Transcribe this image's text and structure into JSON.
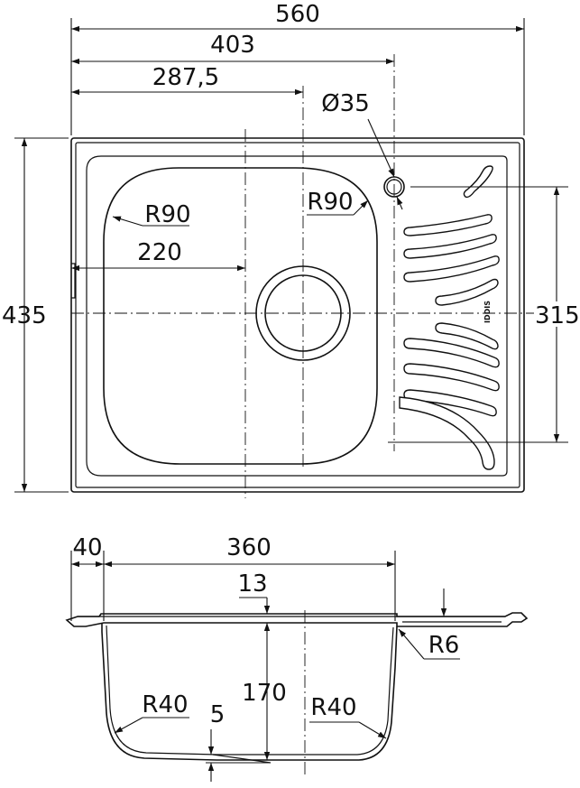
{
  "drawing": {
    "top_view": {
      "overall_width": "560",
      "drain_offset": "403",
      "bowl_center_offset": "287,5",
      "drain_hole": "Ø35",
      "radius_left": "R90",
      "radius_right": "R90",
      "bowl_half_width": "220",
      "overall_depth": "435",
      "drainboard_depth": "315",
      "brand_mark": "IDDIS"
    },
    "side_view": {
      "rim_width": "40",
      "bowl_width": "360",
      "flange_thickness": "13",
      "bowl_depth": "170",
      "bottom_slope": "5",
      "radius_bottom_left": "R40",
      "radius_bottom_right": "R40",
      "radius_rim": "R6"
    }
  }
}
